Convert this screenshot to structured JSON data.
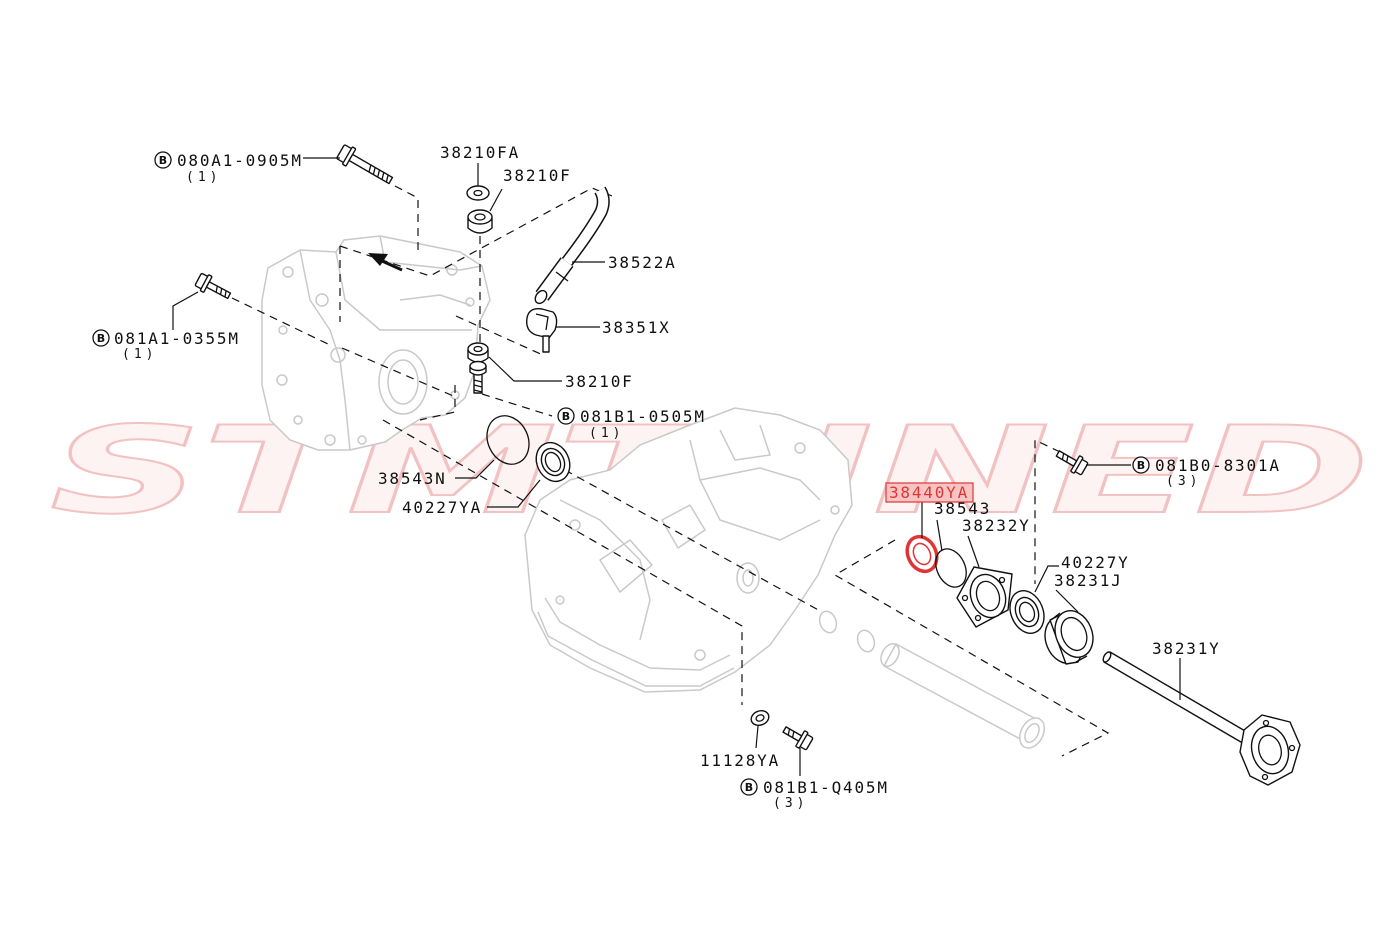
{
  "watermark": "STMTUNED",
  "symbol": "B",
  "callouts": {
    "c080A1_0905M": {
      "code": "080A1-0905M",
      "qty": "(1)"
    },
    "c081A1_0355M": {
      "code": "081A1-0355M",
      "qty": "(1)"
    },
    "c081B1_0505M": {
      "code": "081B1-0505M",
      "qty": "(1)"
    },
    "c081B0_8301A": {
      "code": "081B0-8301A",
      "qty": "(3)"
    },
    "c081B1_Q405M": {
      "code": "081B1-Q405M",
      "qty": "(3)"
    }
  },
  "parts": {
    "p38210FA": "38210FA",
    "p38210F_top": "38210F",
    "p38522A": "38522A",
    "p38351X": "38351X",
    "p38210F_mid": "38210F",
    "p38543N": "38543N",
    "p40227YA": "40227YA",
    "p38440YA": "38440YA",
    "p38543": "38543",
    "p38232Y": "38232Y",
    "p40227Y": "40227Y",
    "p38231J": "38231J",
    "p38231Y": "38231Y",
    "p11128YA": "11128YA"
  },
  "highlighted_part": "38440YA",
  "colors": {
    "line": "#111111",
    "housing": "#c9c9c9",
    "highlight_stroke": "#e03535",
    "highlight_fill": "#f7c4c4",
    "watermark_stroke": "#f2c2c2",
    "watermark_fill": "#fdf3f3",
    "background": "#ffffff"
  }
}
